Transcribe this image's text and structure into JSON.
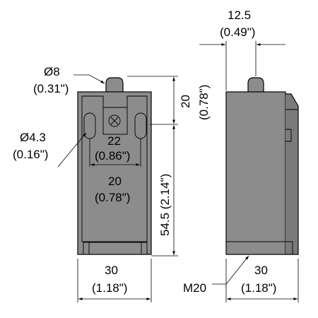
{
  "dimensions": {
    "plunger_diameter": {
      "metric": "Ø8",
      "imperial": "(0.31\")"
    },
    "hole_diameter": {
      "metric": "Ø4.3",
      "imperial": "(0.16\")"
    },
    "hole_spacing": {
      "metric": "22",
      "imperial": "(0.86\")"
    },
    "inner_width": {
      "metric": "20",
      "imperial": "(0.78\")"
    },
    "plunger_height": {
      "metric": "20",
      "imperial": "(0.78\")"
    },
    "body_height": {
      "label": "54.5 (2.14\")"
    },
    "front_width": {
      "metric": "30",
      "imperial": "(1.18\")"
    },
    "side_width": {
      "metric": "30",
      "imperial": "(1.18\")"
    },
    "plunger_offset": {
      "metric": "12.5",
      "imperial": "(0.49\")"
    },
    "thread": {
      "label": "M20"
    }
  },
  "colors": {
    "body": "#8c8c8c",
    "line": "#000000"
  }
}
